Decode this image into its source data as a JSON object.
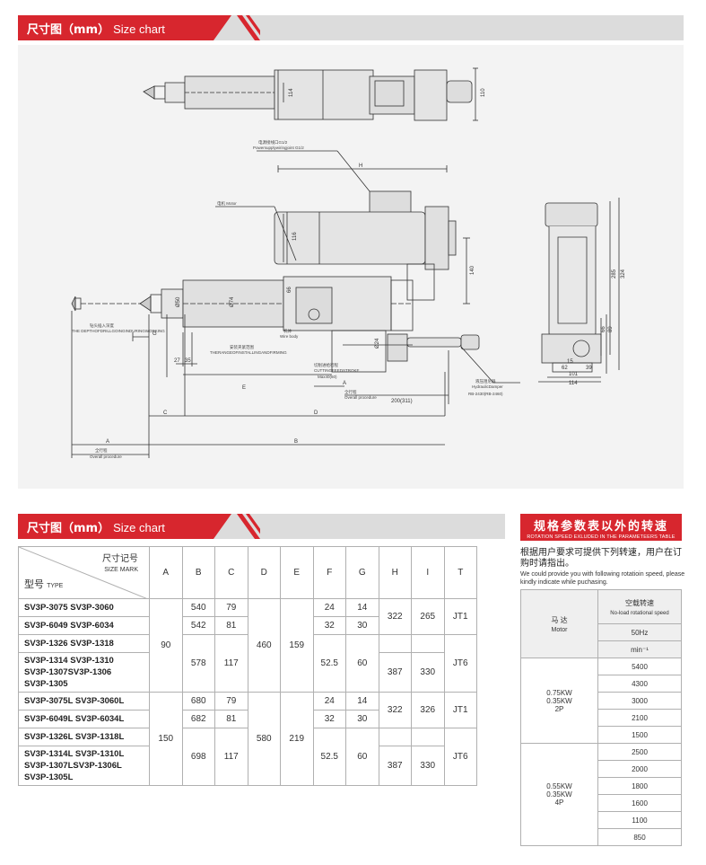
{
  "header_top": {
    "title_cn": "尺寸图（mm）",
    "title_en": "Size chart"
  },
  "drawing": {
    "labels": {
      "power_joint_cn": "电源接线口G1/2",
      "power_joint_en": "Powersupplywiringjoint G1/2",
      "motor": "电机 Motor",
      "collet_depth_cn": "钻头插入深度",
      "collet_depth_en": "THE DEPTHOFDRILLGOINGINDURINGWORKING",
      "install_range_cn": "安装夹紧范围",
      "install_range_en": "THERANGEOFINSTALLINGANDFIRMING",
      "body_cn": "机体",
      "body_en": "Wire body",
      "cut_stroke_cn": "切削进给行程",
      "cut_stroke_en": "CUTTINGFEEDSTROKE",
      "cut_max": "Max40(60)",
      "overall_cn": "全行程",
      "overall_en": "Overall procedure",
      "damper_cn": "液压阻尼器",
      "damper_en": "HydraulicDamper",
      "damper_model": "RB-2430(RB-2460)",
      "overall2_cn": "全行程",
      "overall2_en": "Overall procedure"
    },
    "dims": {
      "d110": "110",
      "d114_top": "114",
      "H": "H",
      "d116": "116",
      "d140": "140",
      "d66": "66",
      "d50": "Ø50",
      "d74": "Ø74",
      "d24": "Ø24",
      "G": "G",
      "d27": "27",
      "d35": "35",
      "E": "E",
      "A_small": "A",
      "d200": "200(311)",
      "C": "C",
      "D": "D",
      "A": "A",
      "B": "B",
      "d285": "285",
      "d324": "324",
      "d89": "89",
      "d66b": "66",
      "d15": "15",
      "d62": "62",
      "d39": "39",
      "d101": "101",
      "d114": "114"
    }
  },
  "header_table": {
    "title_cn": "尺寸图（mm）",
    "title_en": "Size chart"
  },
  "size_table": {
    "corner_mark_cn": "尺寸记号",
    "corner_mark_en": "SIZE MARK",
    "corner_type_cn": "型号",
    "corner_type_en": "TYPE",
    "columns": [
      "A",
      "B",
      "C",
      "D",
      "E",
      "F",
      "G",
      "H",
      "I",
      "T"
    ],
    "rows": [
      {
        "type": "SV3P-3075   SV3P-3060",
        "B": "540",
        "C": "79",
        "F": "24",
        "G": "14"
      },
      {
        "type": "SV3P-6049   SV3P-6034",
        "B": "542",
        "C": "81",
        "F": "32",
        "G": "30"
      },
      {
        "type": "SV3P-1326   SV3P-1318"
      },
      {
        "type": "SV3P-1314   SV3P-1310<br>SV3P-1307SV3P-1306<br>SV3P-1305"
      },
      {
        "type": "SV3P-3075L   SV3P-3060L",
        "B": "680",
        "C": "79",
        "F": "24",
        "G": "14"
      },
      {
        "type": "SV3P-6049L   SV3P-6034L",
        "B": "682",
        "C": "81",
        "F": "32",
        "G": "30"
      },
      {
        "type": "SV3P-1326L   SV3P-1318L"
      },
      {
        "type": "SV3P-1314L   SV3P-1310L<br>SV3P-1307LSV3P-1306L<br>SV3P-1305L"
      }
    ],
    "g1": {
      "A": "90",
      "D": "460",
      "E": "159",
      "B34": "578",
      "C34": "117",
      "F34": "52.5",
      "G34": "60",
      "H12": "322",
      "I12": "265",
      "T12": "JT1",
      "H4": "387",
      "I4": "330",
      "T34": "JT6"
    },
    "g2": {
      "A": "150",
      "D": "580",
      "E": "219",
      "B34": "698",
      "C34": "117",
      "F34": "52.5",
      "G34": "60",
      "H12": "322",
      "I12": "326",
      "T12": "JT1",
      "H4": "387",
      "I4": "330",
      "T34": "JT6"
    }
  },
  "spec": {
    "title_cn": "规格参数表以外的转速",
    "title_en": "ROTATION SPEED EXLUDED IN THE PARAMETEERS TABLE",
    "note_cn": "根据用户要求可提供下列转速，用户在订购时请指出。",
    "note_en": "We could provide you with following rotatioin speed, please kindly indicate while puchasing.",
    "motor_cn": "马  达",
    "motor_en": "Motor",
    "speed_cn": "空载转速",
    "speed_en": "No-load rotational speed",
    "freq": "50Hz",
    "unit": "min⁻¹",
    "group1_cn1": "0.75KW",
    "group1_cn2": "0.35KW",
    "group1_cn3": "2P",
    "group1_speeds": [
      "5400",
      "4300",
      "3000",
      "2100",
      "1500"
    ],
    "group2_cn1": "0.55KW",
    "group2_cn2": "0.35KW",
    "group2_cn3": "4P",
    "group2_speeds": [
      "2500",
      "2000",
      "1800",
      "1600",
      "1100",
      "850"
    ]
  },
  "colors": {
    "accent_red": "#d7262e",
    "header_grey": "#dcdcdc",
    "drawing_bg": "#f3f3f3"
  }
}
